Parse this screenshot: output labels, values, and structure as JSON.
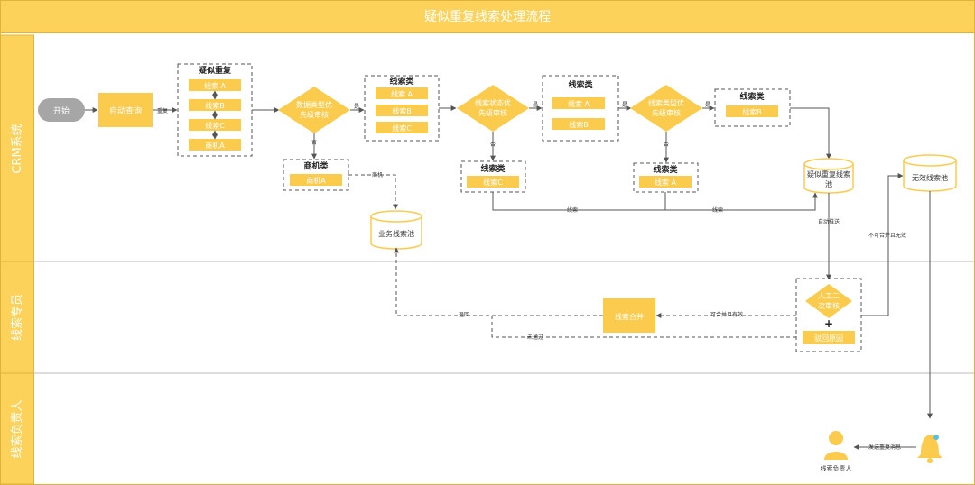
{
  "title": "疑似重复线索处理流程",
  "lanes": [
    "CRM系统",
    "线索专员",
    "线索负责人"
  ],
  "nodes": {
    "start": "开始",
    "auto_query": "自动查询",
    "dup_group_title": "疑似重复",
    "dup_items": [
      "线索 A",
      "线索B",
      "线索C",
      "商机A"
    ],
    "decision1": [
      "数据类型优",
      "先级审核"
    ],
    "leads1_title": "线索类",
    "leads1_items": [
      "线索 A",
      "线索B",
      "线索C"
    ],
    "opp_title": "商机类",
    "opp_item": "商机A",
    "pool_business": "业务线索池",
    "decision2": [
      "线索状态优",
      "先级审核"
    ],
    "leads2_title": "线索类",
    "leads2_items": [
      "线索 A",
      "线索B"
    ],
    "leads3_title": "线索类",
    "leads3_item": "线索C",
    "decision3": [
      "线索类型优",
      "先级审核"
    ],
    "leads4_title": "线索类",
    "leads4_item": "线索B",
    "leads5_title": "线索类",
    "leads5_item": "线索 A",
    "pool_dup": [
      "疑似重复线索",
      "池"
    ],
    "pool_invalid": "无效线索池",
    "manual_review": [
      "人工二",
      "次审核"
    ],
    "merge": "线索合并",
    "reject": "驳回原因",
    "person": "线索负责人"
  },
  "edge_labels": {
    "dup": "重复",
    "yes": "是",
    "no": "否",
    "opp": "商机",
    "lead": "线索",
    "lead_b": "线索",
    "auto_send": "自动推送",
    "can_merge": "可合并且有效",
    "cannot_merge": "不可合并且无效",
    "return": "退回",
    "reject": "未通过",
    "notify": "发送重复消息"
  },
  "colors": {
    "accent": "#FBCB4E",
    "header": "#FDD25B",
    "lane_band": "#FDD25B",
    "text_white": "#FFFFFF",
    "line": "#555555",
    "grey_start": "#A6A6A6"
  },
  "icons": [
    "person-icon",
    "bell-icon"
  ]
}
